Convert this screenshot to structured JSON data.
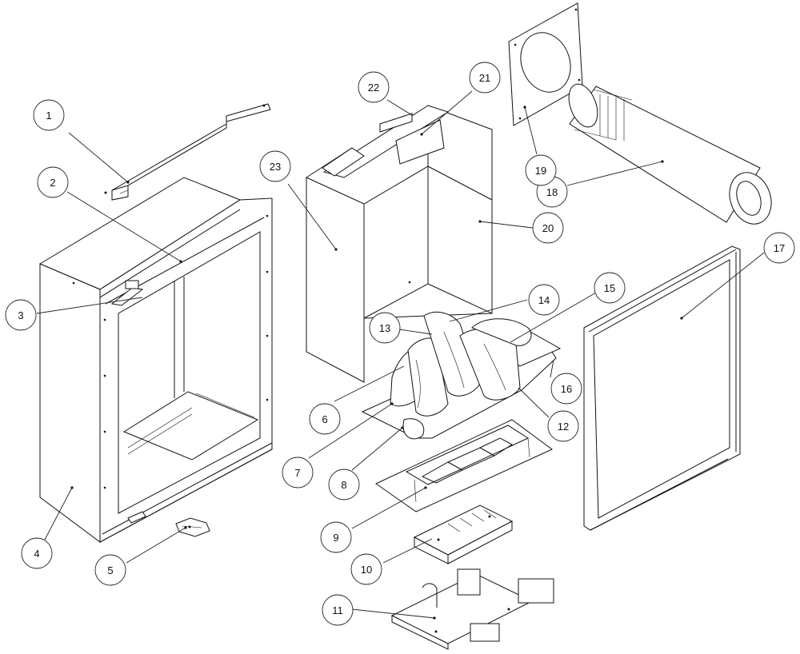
{
  "callouts": [
    {
      "id": "c1",
      "label": "1"
    },
    {
      "id": "c2",
      "label": "2"
    },
    {
      "id": "c3",
      "label": "3"
    },
    {
      "id": "c4",
      "label": "4"
    },
    {
      "id": "c5",
      "label": "5"
    },
    {
      "id": "c6",
      "label": "6"
    },
    {
      "id": "c7",
      "label": "7"
    },
    {
      "id": "c8",
      "label": "8"
    },
    {
      "id": "c9",
      "label": "9"
    },
    {
      "id": "c10",
      "label": "10"
    },
    {
      "id": "c11",
      "label": "11"
    },
    {
      "id": "c12",
      "label": "12"
    },
    {
      "id": "c13",
      "label": "13"
    },
    {
      "id": "c14",
      "label": "14"
    },
    {
      "id": "c15",
      "label": "15"
    },
    {
      "id": "c16",
      "label": "16"
    },
    {
      "id": "c17",
      "label": "17"
    },
    {
      "id": "c18",
      "label": "18"
    },
    {
      "id": "c19",
      "label": "19"
    },
    {
      "id": "c20",
      "label": "20"
    },
    {
      "id": "c21",
      "label": "21"
    },
    {
      "id": "c22",
      "label": "22"
    },
    {
      "id": "c23",
      "label": "23"
    }
  ]
}
